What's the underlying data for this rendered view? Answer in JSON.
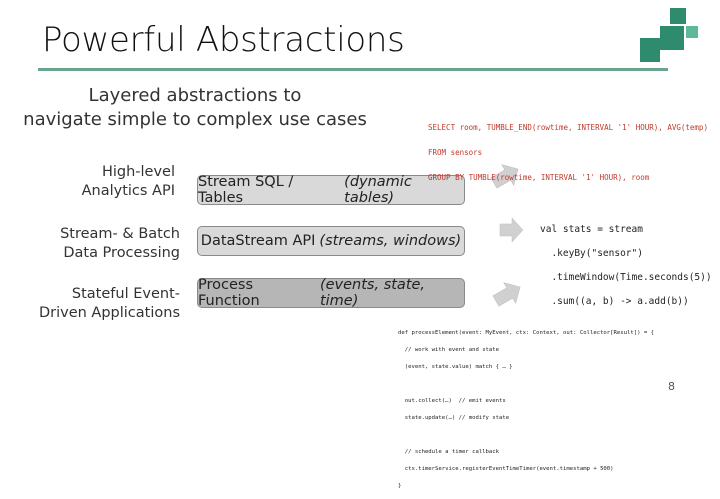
{
  "slide": {
    "title": "Powerful Abstractions",
    "subtitle_line1": "Layered abstractions to",
    "subtitle_line2": "navigate simple to complex use cases",
    "page_number": "8"
  },
  "layers": [
    {
      "label_line1": "High-level",
      "label_line2": "Analytics API",
      "box_text": "Stream SQL / Tables",
      "box_italic": "(dynamic tables)"
    },
    {
      "label_line1": "Stream- & Batch",
      "label_line2": "Data Processing",
      "box_text": "DataStream API",
      "box_italic": "(streams, windows)"
    },
    {
      "label_line1": "Stateful Event-",
      "label_line2": "Driven Applications",
      "box_text": "Process Function",
      "box_italic": "(events, state, time)"
    }
  ],
  "code": {
    "sql_line1": "SELECT room, TUMBLE_END(rowtime, INTERVAL '1' HOUR), AVG(temp)",
    "sql_line2": "FROM sensors",
    "sql_line3": "GROUP BY TUMBLE(rowtime, INTERVAL '1' HOUR), room",
    "ds_line1": "val stats = stream",
    "ds_line2": "  .keyBy(\"sensor\")",
    "ds_line3": "  .timeWindow(Time.seconds(5))",
    "ds_line4": "  .sum((a, b) -> a.add(b))",
    "pf_line1": "def processElement(event: MyEvent, ctx: Context, out: Collector[Result]) = {",
    "pf_line2": "  // work with event and state",
    "pf_line3": "  (event, state.value) match { … }",
    "pf_line4": "",
    "pf_line5": "  out.collect(…)  // emit events",
    "pf_line6": "  state.update(…) // modify state",
    "pf_line7": "",
    "pf_line8": "  // schedule a timer callback",
    "pf_line9": "  ctx.timerService.registerEventTimeTimer(event.timestamp + 500)",
    "pf_line10": "}"
  },
  "colors": {
    "accent": "#6aa48c",
    "logo": "#2e8b6e",
    "code_sql": "#c0392b"
  },
  "icons": {
    "logo": "square-blocks-logo",
    "arrow": "right-arrow-icon"
  }
}
